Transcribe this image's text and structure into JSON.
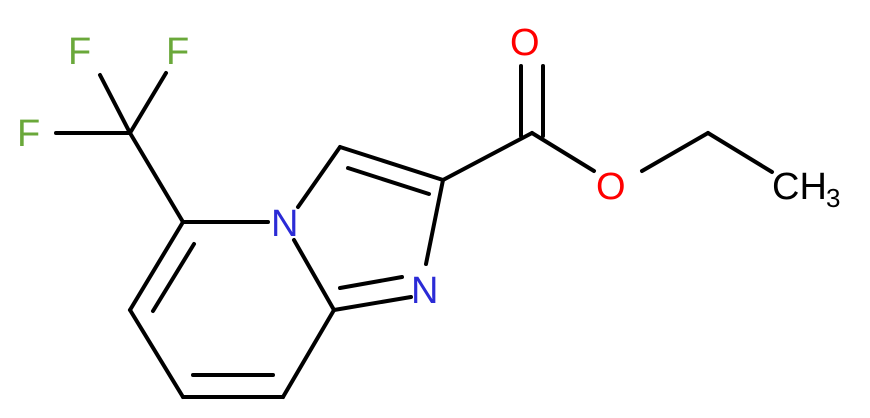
{
  "atoms": {
    "f_top_left": "F",
    "f_top_right": "F",
    "f_left": "F",
    "n_ring": "N",
    "n_imine": "N",
    "o_carbonyl": "O",
    "o_ester": "O",
    "ch3_main": "CH",
    "ch3_sub": "3"
  },
  "colors": {
    "fluorine": "#6aa83a",
    "nitrogen": "#2b2bd6",
    "oxygen": "#ff0000",
    "carbon": "#000000"
  }
}
